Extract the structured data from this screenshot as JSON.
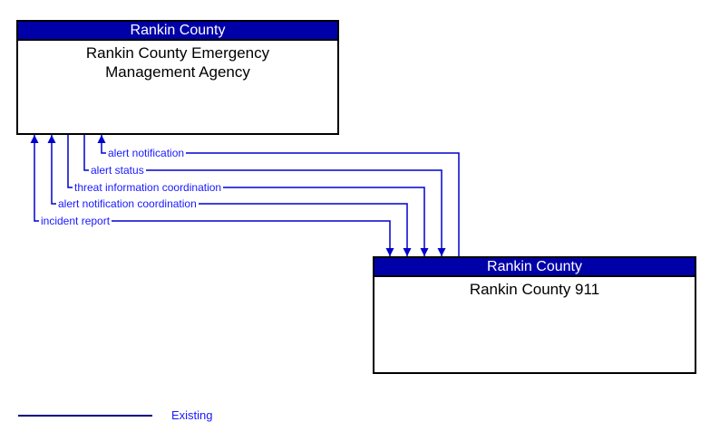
{
  "diagram": {
    "boxes": [
      {
        "id": "ema",
        "header": "Rankin County",
        "body": "Rankin County Emergency Management Agency"
      },
      {
        "id": "c911",
        "header": "Rankin County",
        "body": "Rankin County 911"
      }
    ],
    "flows": [
      {
        "label": "alert notification",
        "arrow_into_ema": true,
        "arrow_into_911": false
      },
      {
        "label": "alert status",
        "arrow_into_ema": false,
        "arrow_into_911": true
      },
      {
        "label": "threat information coordination",
        "arrow_into_ema": false,
        "arrow_into_911": true
      },
      {
        "label": "alert notification coordination",
        "arrow_into_ema": true,
        "arrow_into_911": true
      },
      {
        "label": "incident report",
        "arrow_into_ema": true,
        "arrow_into_911": true
      }
    ],
    "legend": {
      "label": "Existing"
    },
    "colors": {
      "header_bg": "#0000a8",
      "header_text": "#ffffff",
      "flow_line": "#0000cd",
      "flow_label": "#1919ff",
      "legend_line": "#000082",
      "box_border": "#000000",
      "body_text": "#000000"
    }
  }
}
